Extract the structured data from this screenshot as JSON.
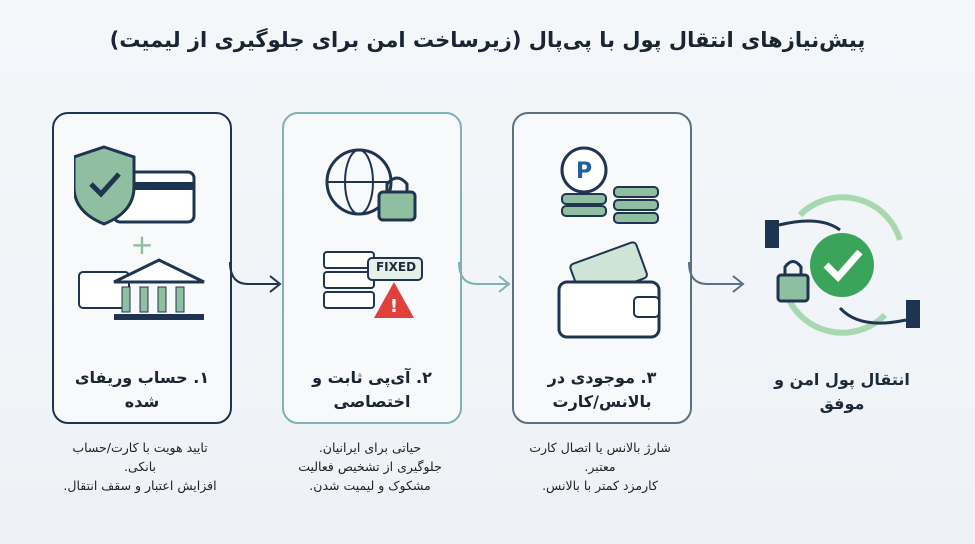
{
  "title": "پیش‌نیازهای انتقال پول با پی‌پال (زیرساخت امن برای جلوگیری از لیمیت)",
  "steps": [
    {
      "title": "۱. حساب وریفای شده",
      "desc_lines": [
        "تایید هویت با کارت/حساب",
        "بانکی.",
        "افزایش اعتبار و سقف انتقال."
      ],
      "icons": [
        "shield-check-icon",
        "credit-card-icon",
        "plus-icon",
        "bank-icon"
      ]
    },
    {
      "title": "۲. آی‌پی ثابت و اختصاصی",
      "desc_lines": [
        "حیاتی برای ایرانیان.",
        "جلوگیری از تشخیص فعالیت",
        "مشکوک و لیمیت شدن."
      ],
      "icons": [
        "globe-lock-icon",
        "server-icon",
        "warning-icon"
      ],
      "badge": "FIXED"
    },
    {
      "title": "۳. موجودی در بالانس/کارت",
      "desc_lines": [
        "شارژ بالانس یا اتصال کارت",
        "معتبر.",
        "کارمزد کمتر با بالانس."
      ],
      "icons": [
        "paypal-coins-icon",
        "wallet-card-icon"
      ]
    }
  ],
  "final": {
    "title": "انتقال پول امن و موفق",
    "icons": [
      "hands-exchange-icon",
      "lock-icon",
      "check-circle-icon"
    ]
  },
  "colors": {
    "navy": "#1f3450",
    "teal": "#7fb3b3",
    "slate": "#5c7084",
    "green": "#3aa55a"
  }
}
